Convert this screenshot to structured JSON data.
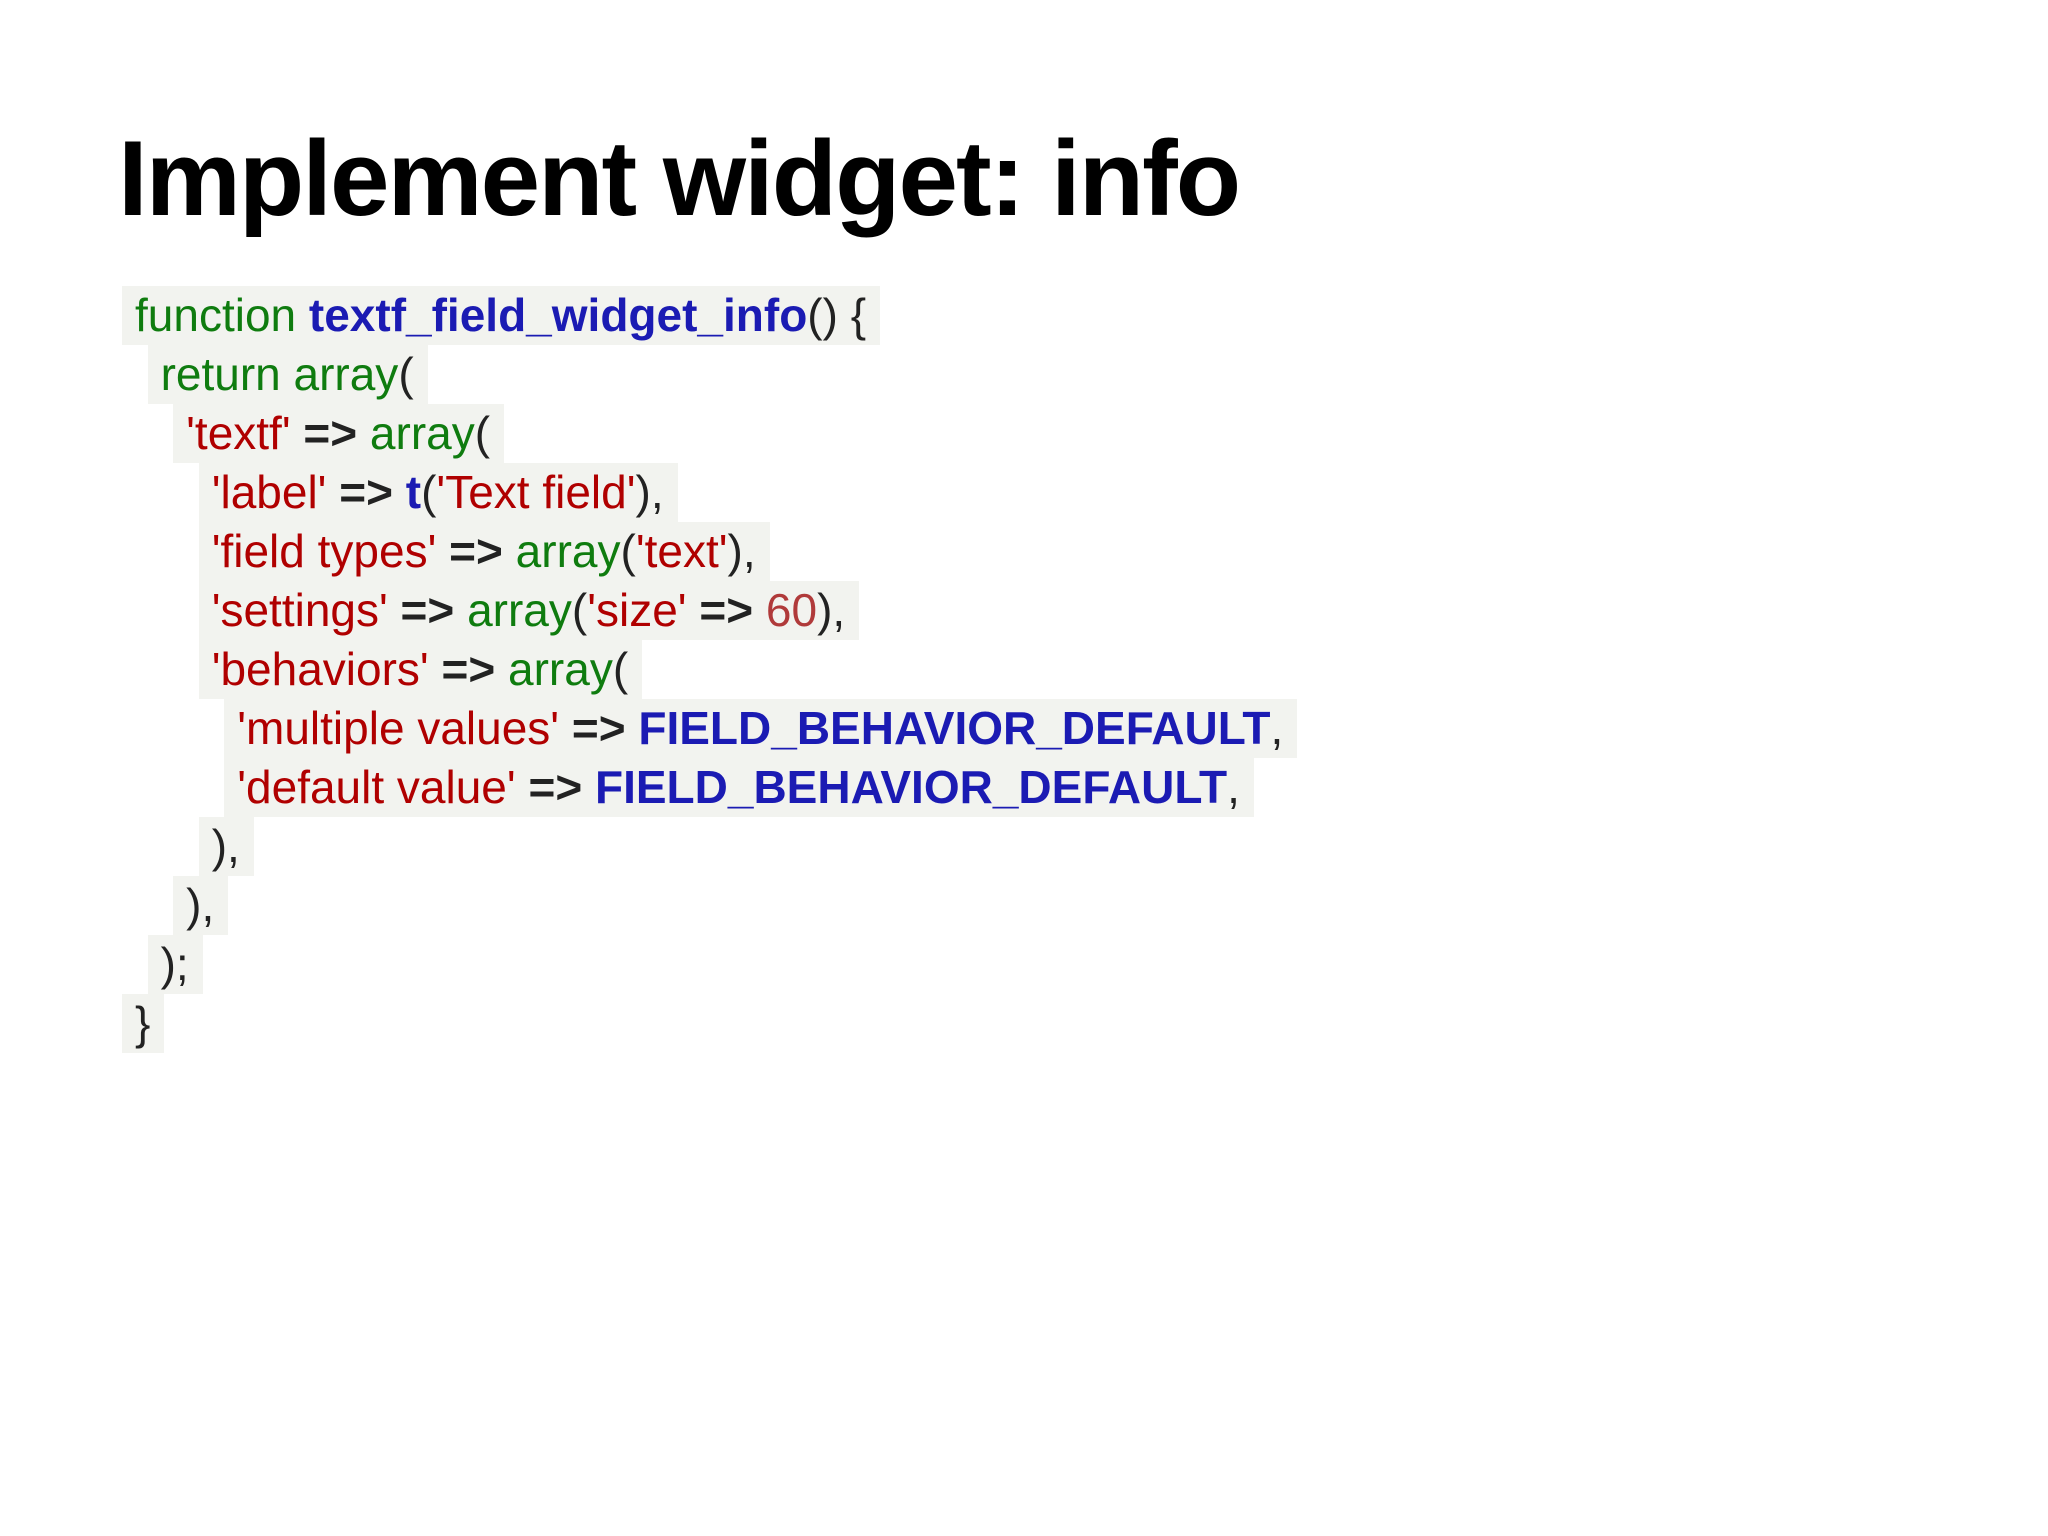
{
  "slide": {
    "title": "Implement widget: info"
  },
  "code_block": {
    "language": "php",
    "plain_text": "function textf_field_widget_info() {\n  return array(\n    'textf' => array(\n      'label' => t('Text field'),\n      'field types' => array('text'),\n      'settings' => array('size' => 60),\n      'behaviors' => array(\n        'multiple values' => FIELD_BEHAVIOR_DEFAULT,\n        'default value' => FIELD_BEHAVIOR_DEFAULT,\n      ),\n    ),\n  );\n}",
    "lines": [
      {
        "indent": 0,
        "tokens": [
          {
            "c": "keyword",
            "t": "function "
          },
          {
            "c": "function-name",
            "t": "textf_field_widget_info"
          },
          {
            "c": "punct",
            "t": "() {"
          }
        ]
      },
      {
        "indent": 2,
        "tokens": [
          {
            "c": "keyword",
            "t": "return array"
          },
          {
            "c": "punct",
            "t": "("
          }
        ]
      },
      {
        "indent": 4,
        "tokens": [
          {
            "c": "string",
            "t": "'textf'"
          },
          {
            "c": "operator",
            "t": " => "
          },
          {
            "c": "keyword",
            "t": "array"
          },
          {
            "c": "punct",
            "t": "("
          }
        ]
      },
      {
        "indent": 6,
        "tokens": [
          {
            "c": "string",
            "t": "'label'"
          },
          {
            "c": "operator",
            "t": " => "
          },
          {
            "c": "function-name",
            "t": "t"
          },
          {
            "c": "punct",
            "t": "("
          },
          {
            "c": "string",
            "t": "'Text field'"
          },
          {
            "c": "punct",
            "t": "),"
          }
        ]
      },
      {
        "indent": 6,
        "tokens": [
          {
            "c": "string",
            "t": "'field types'"
          },
          {
            "c": "operator",
            "t": " => "
          },
          {
            "c": "keyword",
            "t": "array"
          },
          {
            "c": "punct",
            "t": "("
          },
          {
            "c": "string",
            "t": "'text'"
          },
          {
            "c": "punct",
            "t": "),"
          }
        ]
      },
      {
        "indent": 6,
        "tokens": [
          {
            "c": "string",
            "t": "'settings'"
          },
          {
            "c": "operator",
            "t": " => "
          },
          {
            "c": "keyword",
            "t": "array"
          },
          {
            "c": "punct",
            "t": "("
          },
          {
            "c": "string",
            "t": "'size'"
          },
          {
            "c": "operator",
            "t": " => "
          },
          {
            "c": "number",
            "t": "60"
          },
          {
            "c": "punct",
            "t": "),"
          }
        ]
      },
      {
        "indent": 6,
        "tokens": [
          {
            "c": "string",
            "t": "'behaviors'"
          },
          {
            "c": "operator",
            "t": " => "
          },
          {
            "c": "keyword",
            "t": "array"
          },
          {
            "c": "punct",
            "t": "("
          }
        ]
      },
      {
        "indent": 8,
        "tokens": [
          {
            "c": "string",
            "t": "'multiple values'"
          },
          {
            "c": "operator",
            "t": " => "
          },
          {
            "c": "constant",
            "t": "FIELD_BEHAVIOR_DEFAULT"
          },
          {
            "c": "punct",
            "t": ","
          }
        ]
      },
      {
        "indent": 8,
        "tokens": [
          {
            "c": "string",
            "t": "'default value'"
          },
          {
            "c": "operator",
            "t": " => "
          },
          {
            "c": "constant",
            "t": "FIELD_BEHAVIOR_DEFAULT"
          },
          {
            "c": "punct",
            "t": ","
          }
        ]
      },
      {
        "indent": 6,
        "tokens": [
          {
            "c": "punct",
            "t": "),"
          }
        ]
      },
      {
        "indent": 4,
        "tokens": [
          {
            "c": "punct",
            "t": "),"
          }
        ]
      },
      {
        "indent": 2,
        "tokens": [
          {
            "c": "punct",
            "t": ");"
          }
        ]
      },
      {
        "indent": 0,
        "tokens": [
          {
            "c": "punct",
            "t": "}"
          }
        ]
      }
    ]
  },
  "colors": {
    "page_background": "#ffffff",
    "title_text": "#000000",
    "code_line_background": "#f2f3ef",
    "keyword_green": "#0f7c0f",
    "function_name_blue": "#1b1bb3",
    "constant_blue": "#1b1bb3",
    "string_red": "#b00000",
    "number_red": "#b03a3a",
    "punctuation": "#222222"
  }
}
